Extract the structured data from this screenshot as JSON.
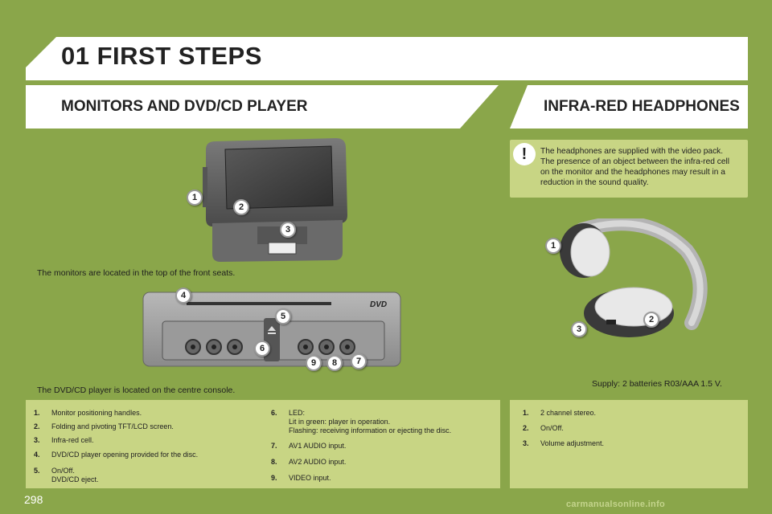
{
  "chapter": {
    "title": "01 FIRST STEPS"
  },
  "sections": {
    "monitors_title": "MONITORS AND DVD/CD PLAYER",
    "headphones_title": "INFRA-RED HEADPHONES"
  },
  "warning": {
    "icon": "exclamation-icon",
    "text": "The headphones are supplied with the video pack. The presence of an object between the infra-red cell on the monitor and the headphones may result in a reduction in the sound quality."
  },
  "captions": {
    "monitors": "The monitors are located in the top of the front seats.",
    "player": "The DVD/CD player is located on the centre console.",
    "supply": "Supply: 2 batteries R03/AAA 1.5 V."
  },
  "callouts": {
    "monitor": [
      "1",
      "2",
      "3"
    ],
    "player": [
      "4",
      "5",
      "6",
      "7",
      "8",
      "9"
    ],
    "headphones": [
      "1",
      "2",
      "3"
    ]
  },
  "dvd_logo": "DVD",
  "list_left": [
    {
      "num": "1.",
      "text": "Monitor positioning handles."
    },
    {
      "num": "2.",
      "text": "Folding and pivoting TFT/LCD screen."
    },
    {
      "num": "3.",
      "text": "Infra-red cell."
    },
    {
      "num": "4.",
      "text": "DVD/CD player opening provided for the disc."
    },
    {
      "num": "5.",
      "text": "On/Off.\nDVD/CD eject."
    }
  ],
  "list_mid": [
    {
      "num": "6.",
      "text": "LED:\nLit in green: player in operation.\nFlashing: receiving information or ejecting the disc."
    },
    {
      "num": "7.",
      "text": "AV1 AUDIO input."
    },
    {
      "num": "8.",
      "text": "AV2 AUDIO input."
    },
    {
      "num": "9.",
      "text": "VIDEO input."
    }
  ],
  "list_right": [
    {
      "num": "1.",
      "text": "2 channel stereo."
    },
    {
      "num": "2.",
      "text": "On/Off."
    },
    {
      "num": "3.",
      "text": "Volume adjustment."
    }
  ],
  "page_number": "298",
  "watermark": "carmanualsonline.info",
  "colors": {
    "background": "#8aa64a",
    "panel": "#c8d584",
    "banner": "#ffffff"
  }
}
